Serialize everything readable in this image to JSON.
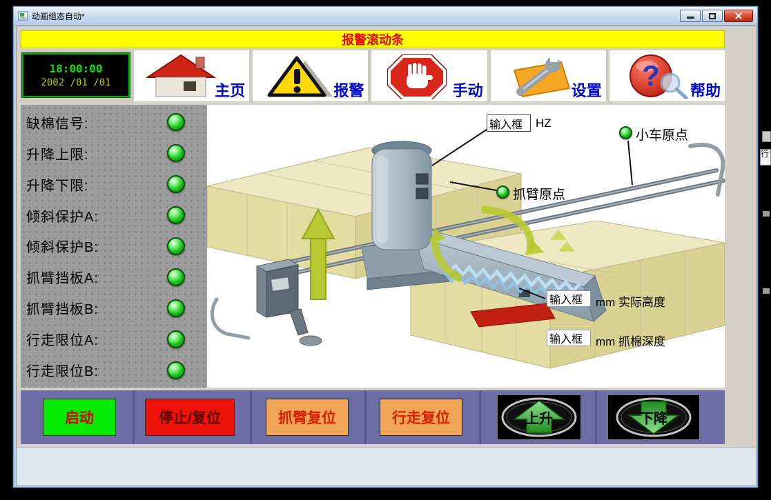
{
  "window": {
    "title": "动画组态自动*"
  },
  "alarm_banner": {
    "text": "报警滚动条"
  },
  "toolbar": {
    "clock": {
      "time": "18:00:00",
      "date": "2002 /01 /01"
    },
    "help_glyph": "?",
    "buttons": [
      {
        "id": "home",
        "icon": "home-icon",
        "label": "主页"
      },
      {
        "id": "alarm",
        "icon": "alarm-warning-icon",
        "label": "报警"
      },
      {
        "id": "manual",
        "icon": "stop-hand-icon",
        "label": "手动"
      },
      {
        "id": "settings",
        "icon": "wrench-icon",
        "label": "设置"
      },
      {
        "id": "help",
        "icon": "help-question-icon",
        "label": "帮助"
      }
    ]
  },
  "status_panel": {
    "items": [
      {
        "label": "缺棉信号:",
        "state": "on"
      },
      {
        "label": "升降上限:",
        "state": "on"
      },
      {
        "label": "升降下限:",
        "state": "on"
      },
      {
        "label": "倾斜保护A:",
        "state": "on"
      },
      {
        "label": "倾斜保护B:",
        "state": "on"
      },
      {
        "label": "抓臂挡板A:",
        "state": "on"
      },
      {
        "label": "抓臂挡板B:",
        "state": "on"
      },
      {
        "label": "行走限位A:",
        "state": "on"
      },
      {
        "label": "行走限位B:",
        "state": "on"
      }
    ]
  },
  "diagram": {
    "frequency_input": {
      "value": "输入框",
      "suffix": "HZ"
    },
    "height_input": {
      "value": "输入框",
      "suffix": "mm 实际高度"
    },
    "depth_input": {
      "value": "输入框",
      "suffix": "mm 抓棉深度"
    },
    "cart_origin_label": "小车原点",
    "arm_origin_label": "抓臂原点"
  },
  "controls": {
    "start": "启动",
    "stop_reset": "停止/复位",
    "arm_reset": "抓臂复位",
    "travel_reset": "行走复位",
    "up": "上升",
    "down": "下降"
  },
  "background_fragment": {
    "text": "行"
  },
  "colors": {
    "banner_bg": "#ffff00",
    "banner_text": "#ee0000",
    "led_on": "#17c217",
    "start_bg": "#02ea02",
    "stop_bg": "#ee1208",
    "reset_bg": "#f0a455",
    "control_bar_bg": "#6d6da5"
  }
}
